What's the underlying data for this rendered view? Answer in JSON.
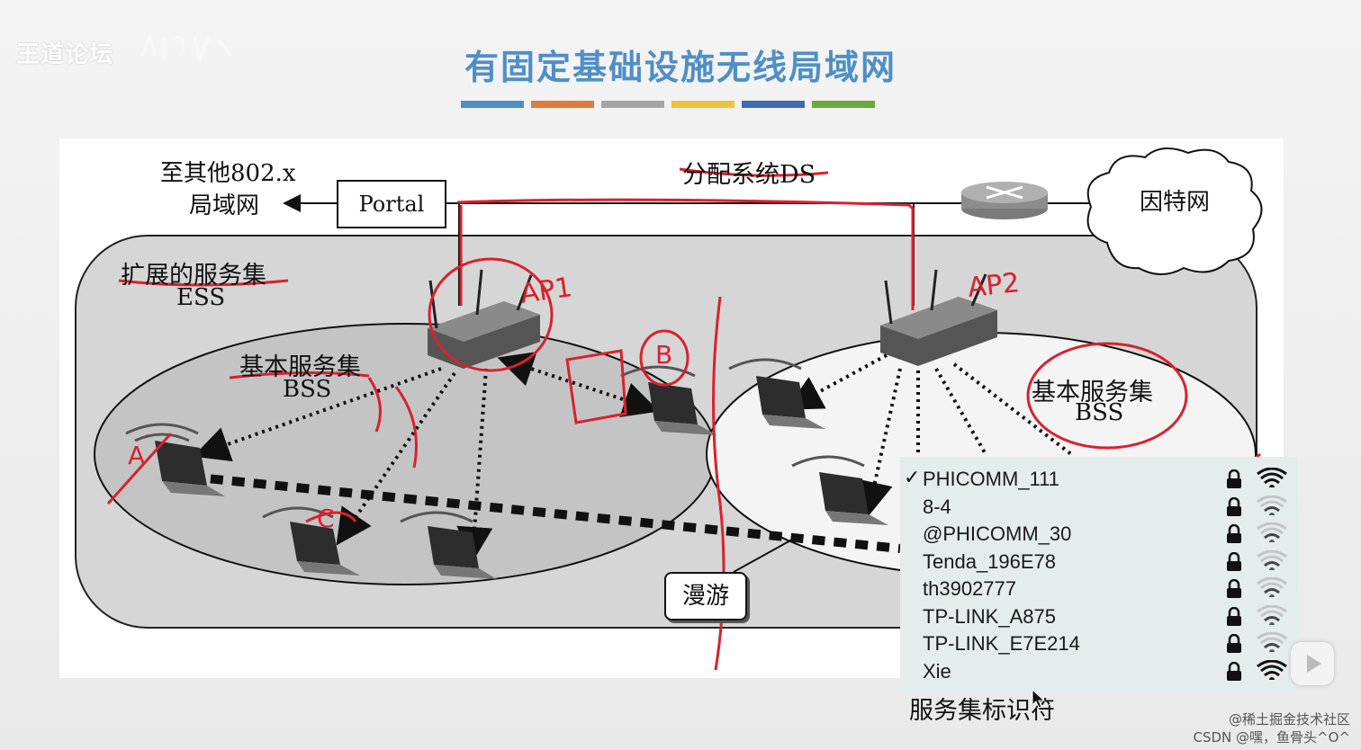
{
  "brand": {
    "logo_text": "王道论坛"
  },
  "slide_title": "有固定基础设施无线局域网",
  "title_bar_colors": [
    "#4f8fc8",
    "#e07b39",
    "#a5a5a5",
    "#f0c040",
    "#3d6bb3",
    "#6aaa3a"
  ],
  "diagram": {
    "to_other_lan_line1": "至其他802.x",
    "to_other_lan_line2": "局域网",
    "portal": "Portal",
    "distribution_system": "分配系统DS",
    "internet": "因特网",
    "ess_label_line1": "扩展的服务集",
    "ess_label_line2": "ESS",
    "bss_left_line1": "基本服务集",
    "bss_left_line2": "BSS",
    "bss_right_line1": "基本服务集",
    "bss_right_line2": "BSS",
    "roaming": "漫游",
    "ssid_caption": "服务集标识符"
  },
  "annotations": {
    "ap1": "AP1",
    "ap2": "AP2",
    "station_a": "A",
    "station_b": "B",
    "station_c": "C"
  },
  "wifi_networks": [
    {
      "name": "PHICOMM_111",
      "connected": true,
      "locked": true,
      "signal": 4
    },
    {
      "name": "8-4",
      "connected": false,
      "locked": true,
      "signal": 2
    },
    {
      "name": "@PHICOMM_30",
      "connected": false,
      "locked": true,
      "signal": 2
    },
    {
      "name": "Tenda_196E78",
      "connected": false,
      "locked": true,
      "signal": 2
    },
    {
      "name": "th3902777",
      "connected": false,
      "locked": true,
      "signal": 2
    },
    {
      "name": "TP-LINK_A875",
      "connected": false,
      "locked": true,
      "signal": 2
    },
    {
      "name": "TP-LINK_E7E214",
      "connected": false,
      "locked": true,
      "signal": 2
    },
    {
      "name": "Xie",
      "connected": false,
      "locked": true,
      "signal": 4
    }
  ],
  "wifi_check_mark": "✓",
  "watermark_line1": "@稀土掘金技术社区",
  "watermark_line2": "CSDN @嘿，鱼骨头^O^",
  "colors": {
    "annotation_red": "#d9212e",
    "title_blue": "#4f8fc8"
  }
}
